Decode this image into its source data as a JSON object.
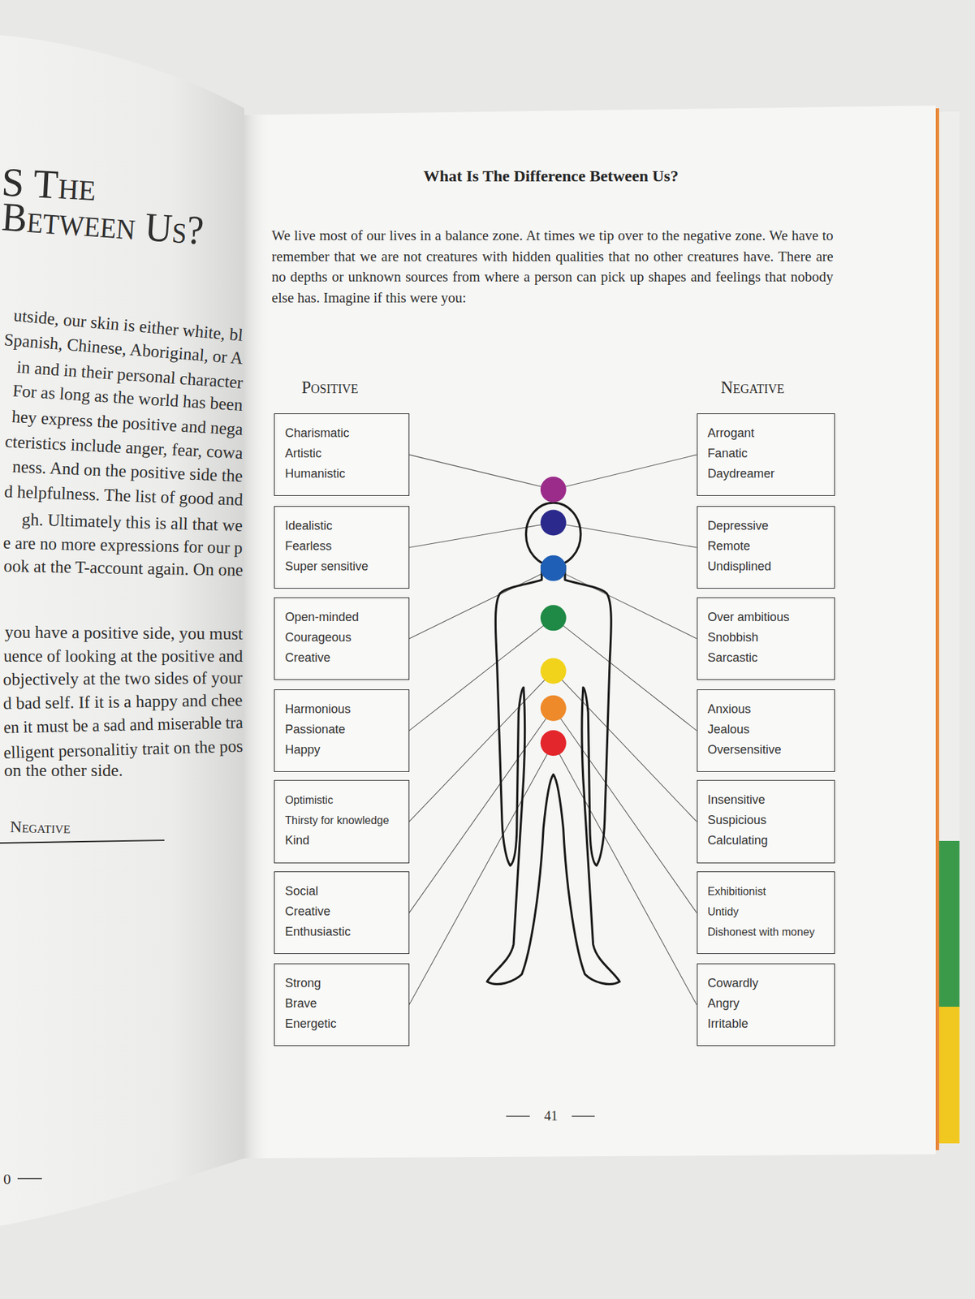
{
  "diagram": {
    "title": "What Is The Difference Between Us?",
    "nodes": [
      {
        "text": [
          "Charismatic",
          "Artistic",
          "Humanistic"
        ]
      },
      {
        "text": [
          "Arrogant",
          "Fanatic",
          "Daydreamer"
        ]
      },
      {
        "text": [
          "Idealistic",
          "Fearless",
          "Super sensitive"
        ]
      },
      {
        "text": [
          "Depressive",
          "Remote",
          "Undisplined"
        ]
      },
      {
        "text": [
          "Open-minded",
          "Courageous",
          "Creative"
        ]
      },
      {
        "text": [
          "Over ambitious",
          "Snobbish",
          "Sarcastic"
        ]
      },
      {
        "text": [
          "Harmonious",
          "Passionate",
          "Happy"
        ]
      },
      {
        "text": [
          "Anxious",
          "Jealous",
          "Oversensitive"
        ]
      },
      {
        "text": [
          "Optimistic",
          "Thirsty for knowledge",
          "Kind"
        ]
      },
      {
        "text": [
          "Insensitive",
          "Suspicious",
          "Calculating"
        ]
      },
      {
        "text": [
          "Social",
          "Creative",
          "Enthusiastic"
        ]
      },
      {
        "text": [
          "Exhibitionist",
          "Untidy",
          "Dishonest with money"
        ]
      },
      {
        "text": [
          "Strong",
          "Brave",
          "Energetic"
        ]
      },
      {
        "text": [
          "Cowardly",
          "Angry",
          "Irritable"
        ]
      }
    ],
    "labels": [
      "S The",
      "Between Us?",
      "utside, our skin is either white, bl",
      "Spanish, Chinese, Aboriginal, or A",
      "in and in their personal character",
      "For as long as the world has been",
      "hey express the positive and nega",
      "cteristics include anger, fear, cowa",
      "ness. And on the positive side the",
      "d helpfulness. The list of good and",
      "gh. Ultimately this is all that we",
      "e are no more expressions for our p",
      "ook at the T-account again. On one",
      "you have a positive side, you must",
      "uence of looking at the positive and",
      "objectively at the two sides of your",
      "d bad self. If it is a happy and chee",
      "en it must be a sad and miserable tra",
      "elligent personalitiy trait on the pos",
      "on the other side.",
      "Negative",
      "0",
      "We live most of our lives in a balance zone. At times we tip over to the negative zone. We have to remember that we are not creatures with hidden qualities that no other creatures have. There are no depths or unknown sources from where a person can pick up shapes and feelings that nobody else has. Imagine if this were you:",
      "Positive",
      "Negative",
      "41"
    ]
  }
}
